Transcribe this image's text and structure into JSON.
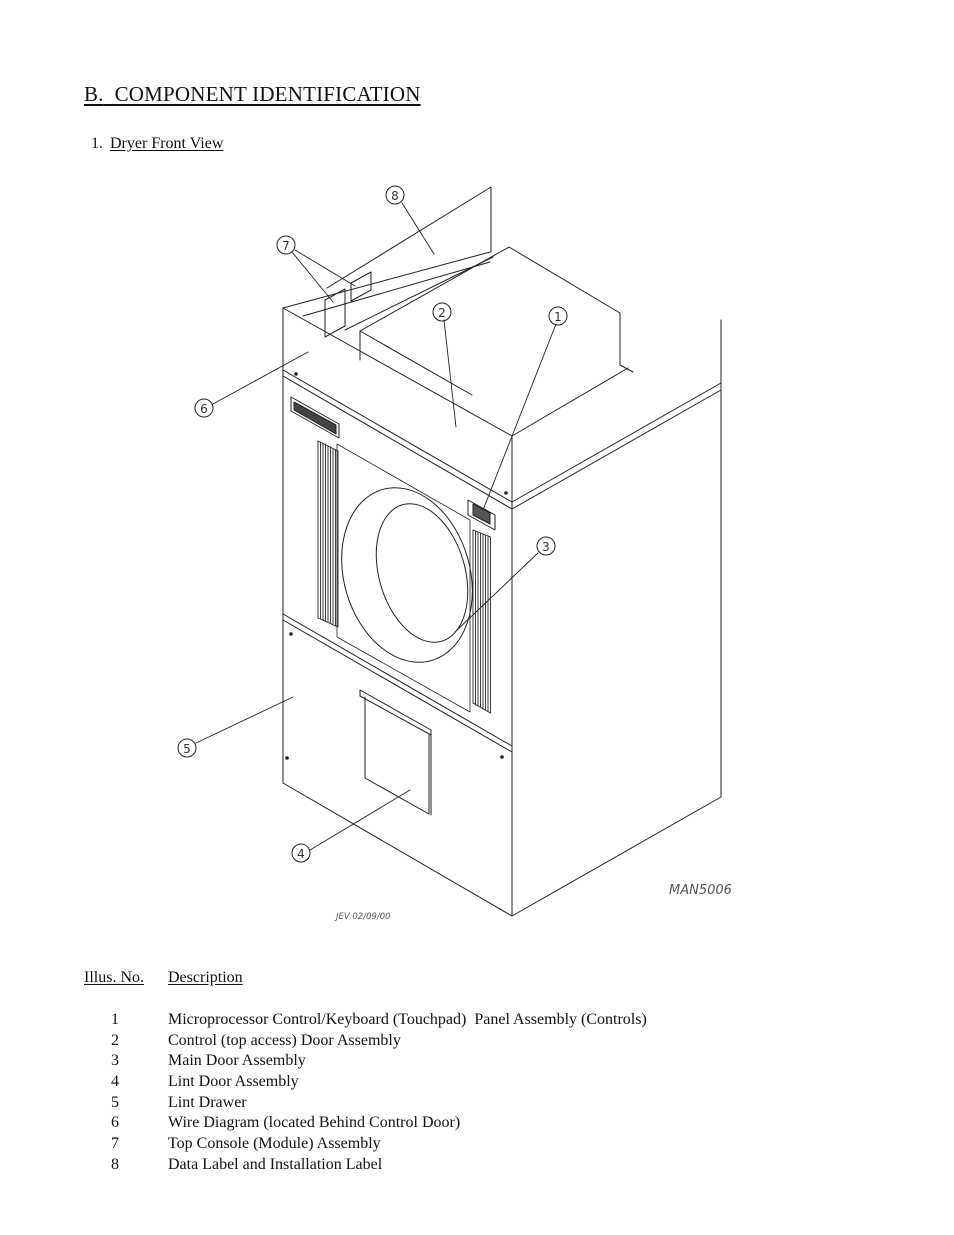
{
  "section": {
    "letter": "B.",
    "title": "COMPONENT IDENTIFICATION"
  },
  "subsection": {
    "number": "1.",
    "title": "Dryer Front View"
  },
  "drawing": {
    "drawing_id": "MAN5006",
    "drafter_stamp": "JEV 02/09/00",
    "callouts": [
      "1",
      "2",
      "3",
      "4",
      "5",
      "6",
      "7",
      "8"
    ]
  },
  "legend": {
    "col_no": "Illus. No.",
    "col_desc": "Description",
    "items": [
      {
        "no": "1",
        "desc": "Microprocessor Control/Keyboard (Touchpad)  Panel Assembly (Controls)"
      },
      {
        "no": "2",
        "desc": "Control (top access) Door Assembly"
      },
      {
        "no": "3",
        "desc": "Main Door Assembly"
      },
      {
        "no": "4",
        "desc": "Lint Door Assembly"
      },
      {
        "no": "5",
        "desc": "Lint Drawer"
      },
      {
        "no": "6",
        "desc": "Wire Diagram (located Behind Control Door)"
      },
      {
        "no": "7",
        "desc": "Top Console (Module) Assembly"
      },
      {
        "no": "8",
        "desc": "Data Label and Installation Label"
      }
    ]
  }
}
